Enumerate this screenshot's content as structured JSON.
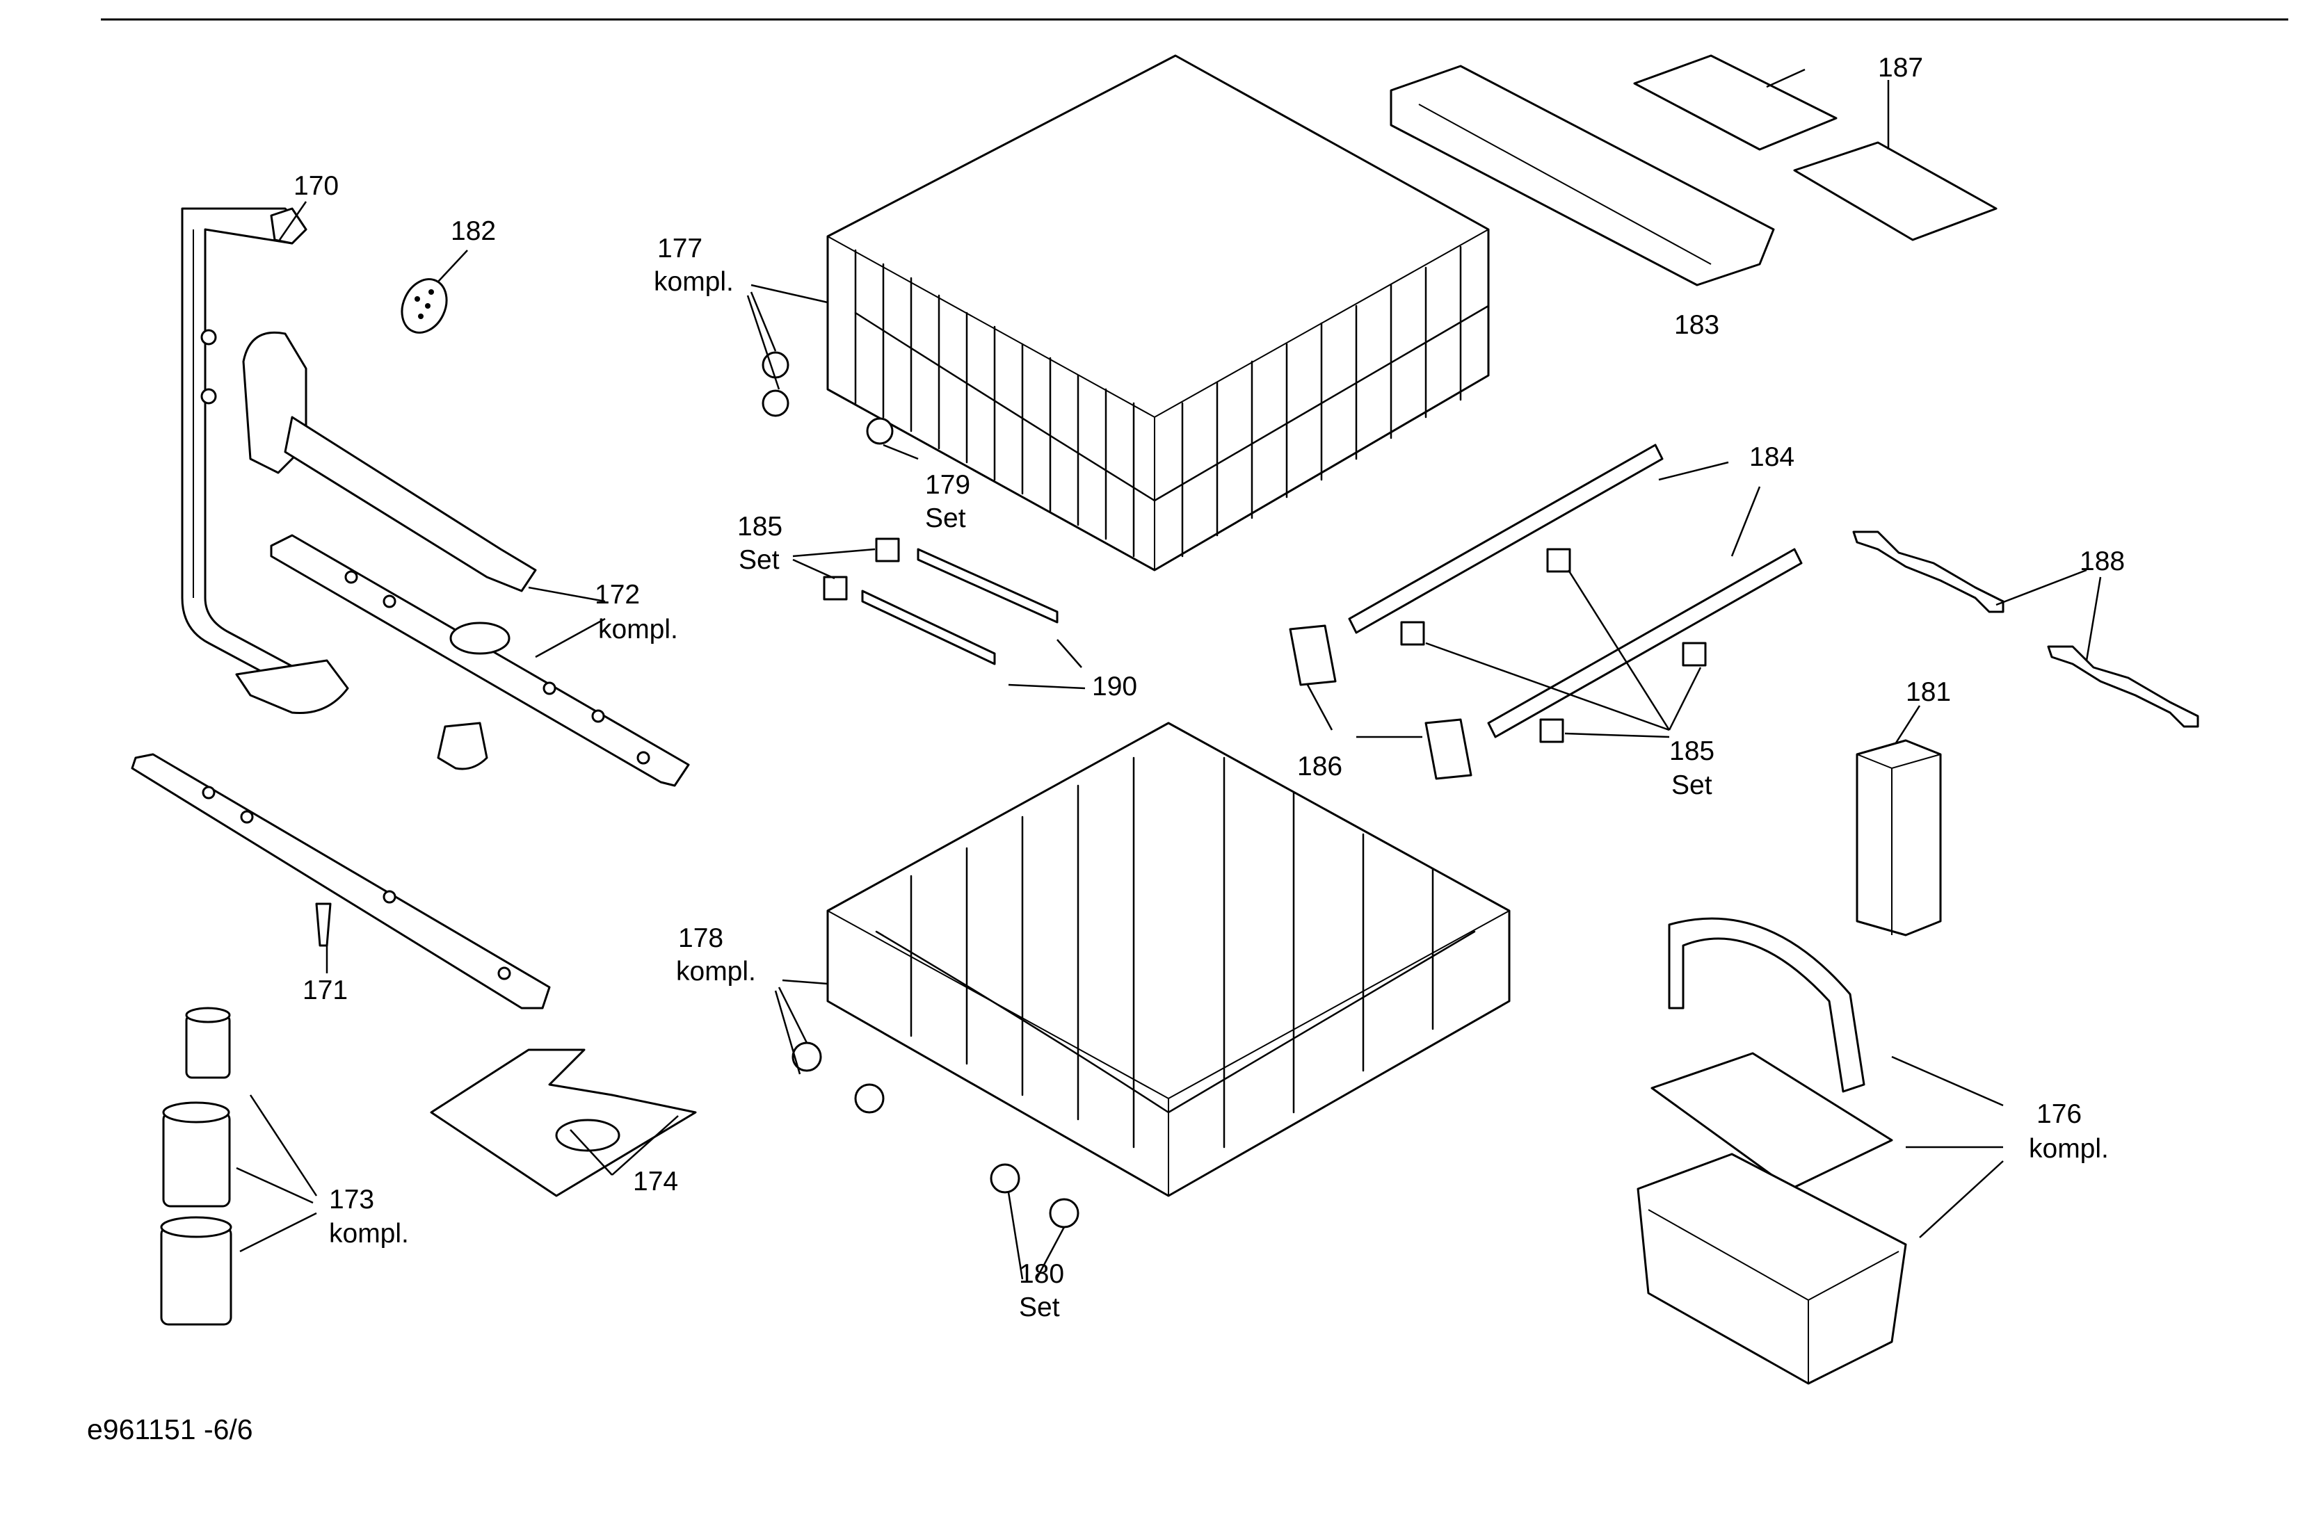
{
  "drawing_code": "e961151 -6/6",
  "callouts": {
    "c170": {
      "num": "170"
    },
    "c171": {
      "num": "171"
    },
    "c172": {
      "num": "172",
      "note": "kompl."
    },
    "c173": {
      "num": "173",
      "note": "kompl."
    },
    "c174": {
      "num": "174"
    },
    "c176": {
      "num": "176",
      "note": "kompl."
    },
    "c177": {
      "num": "177",
      "note": "kompl."
    },
    "c178": {
      "num": "178",
      "note": "kompl."
    },
    "c179": {
      "num": "179",
      "note": "Set"
    },
    "c180": {
      "num": "180",
      "note": "Set"
    },
    "c181": {
      "num": "181"
    },
    "c182": {
      "num": "182"
    },
    "c183": {
      "num": "183"
    },
    "c184": {
      "num": "184"
    },
    "c185a": {
      "num": "185",
      "note": "Set"
    },
    "c185b": {
      "num": "185",
      "note": "Set"
    },
    "c186": {
      "num": "186"
    },
    "c187": {
      "num": "187"
    },
    "c188": {
      "num": "188"
    },
    "c190": {
      "num": "190"
    }
  }
}
